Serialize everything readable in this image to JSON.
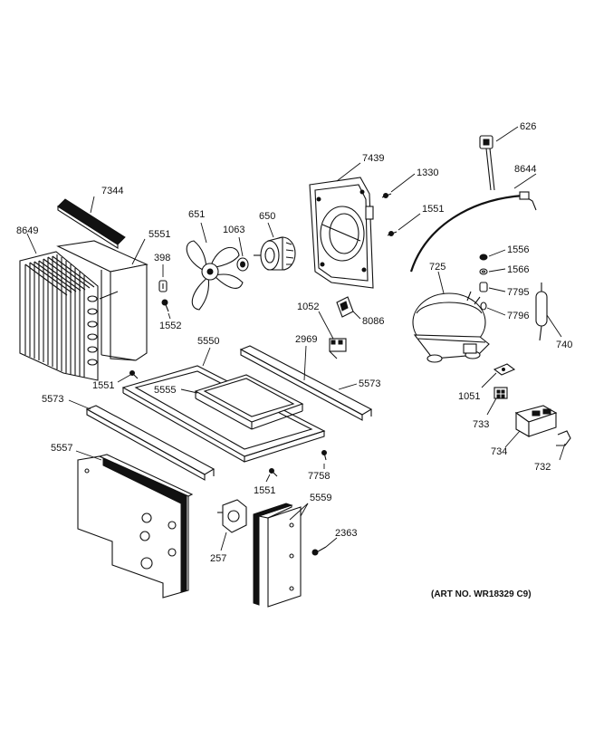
{
  "labels": {
    "p7344": "7344",
    "p8649": "8649",
    "p5551": "5551",
    "p398": "398",
    "p1552": "1552",
    "p651": "651",
    "p1063": "1063",
    "p650": "650",
    "p7439": "7439",
    "p1330": "1330",
    "p1551a": "1551",
    "p626": "626",
    "p8644": "8644",
    "p725": "725",
    "p1556": "1556",
    "p1566": "1566",
    "p7795": "7795",
    "p7796": "7796",
    "p740": "740",
    "p1052": "1052",
    "p8086": "8086",
    "p2969": "2969",
    "p5550": "5550",
    "p5573a": "5573",
    "p5555": "5555",
    "p1551b": "1551",
    "p5573b": "5573",
    "p1051": "1051",
    "p733": "733",
    "p734": "734",
    "p732": "732",
    "p5557": "5557",
    "p7758": "7758",
    "p1551c": "1551",
    "p5559": "5559",
    "p257": "257",
    "p2363": "2363"
  },
  "art_note": "(ART NO. WR18329 C9)"
}
